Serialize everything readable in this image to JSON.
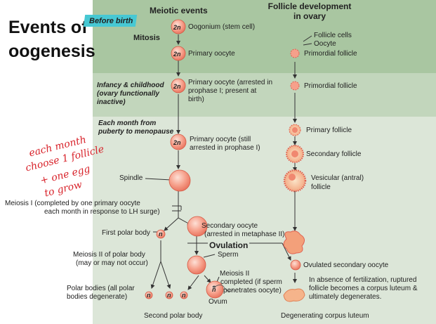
{
  "title": {
    "line1": "Events of",
    "line2": "oogenesis"
  },
  "headers": {
    "meiotic": "Meiotic events",
    "follicle_line1": "Follicle development",
    "follicle_line2": "in ovary"
  },
  "phase_labels": {
    "before_birth": "Before birth",
    "infancy_line1": "Infancy & childhood",
    "infancy_line2": "(ovary functionally",
    "infancy_line3": "inactive)",
    "month_line1": "Each month from",
    "month_line2": "puberty to menopause"
  },
  "cell_labels": {
    "oogonium": "Oogonium (stem cell)",
    "mitosis": "Mitosis",
    "primary_oocyte": "Primary oocyte",
    "primary_arrested_line1": "Primary oocyte (arrested in",
    "primary_arrested_line2": "prophase I; present at",
    "primary_arrested_line3": "birth)",
    "primary_still_line1": "Primary oocyte (still",
    "primary_still_line2": "arrested in prophase I)",
    "spindle": "Spindle",
    "meiosis1_line1": "Meiosis I (completed by one primary oocyte",
    "meiosis1_line2": "each month in response to LH surge)",
    "first_polar_body": "First polar body",
    "secondary_line1": "Secondary oocyte",
    "secondary_line2": "(arrested in metaphase II)",
    "ovulation": "Ovulation",
    "sperm": "Sperm",
    "meiosis2_line1": "Meiosis II of polar body",
    "meiosis2_line2": "(may or may not occur)",
    "meiosis2b_line1": "Meiosis II",
    "meiosis2b_line2": "completed (if sperm",
    "meiosis2b_line3": "penetrates oocyte)",
    "polar_bodies_line1": "Polar bodies (all polar",
    "polar_bodies_line2": "bodies degenerate)",
    "ovum": "Ovum",
    "second_polar_body": "Second polar body"
  },
  "follicle_labels": {
    "follicle_cells": "Follicle cells",
    "oocyte": "Oocyte",
    "primordial": "Primordial follicle",
    "primordial2": "Primordial follicle",
    "primary_follicle": "Primary follicle",
    "secondary_follicle": "Secondary follicle",
    "vesicular_line1": "Vesicular (antral)",
    "vesicular_line2": "follicle",
    "ovulated": "Ovulated secondary oocyte",
    "absence_line1": "In absence of fertilization, ruptured",
    "absence_line2": "follicle becomes a corpus luteum &",
    "absence_line3": "ultimately degenerates.",
    "degenerating": "Degenerating corpus luteum"
  },
  "ploidy": {
    "diploid": "2n",
    "haploid": "n"
  },
  "handwritten": {
    "line1": "each month",
    "line2": "choose 1 follicle",
    "line3": "+ one egg",
    "line4": "to grow"
  },
  "colors": {
    "band1": "#a9c6a1",
    "band2": "#c2d6bc",
    "band3": "#dce6d8",
    "cell": "#f4927e",
    "badge": "#fbe2a4",
    "ink": "#d8222a",
    "highlight": "#47c8d3"
  }
}
